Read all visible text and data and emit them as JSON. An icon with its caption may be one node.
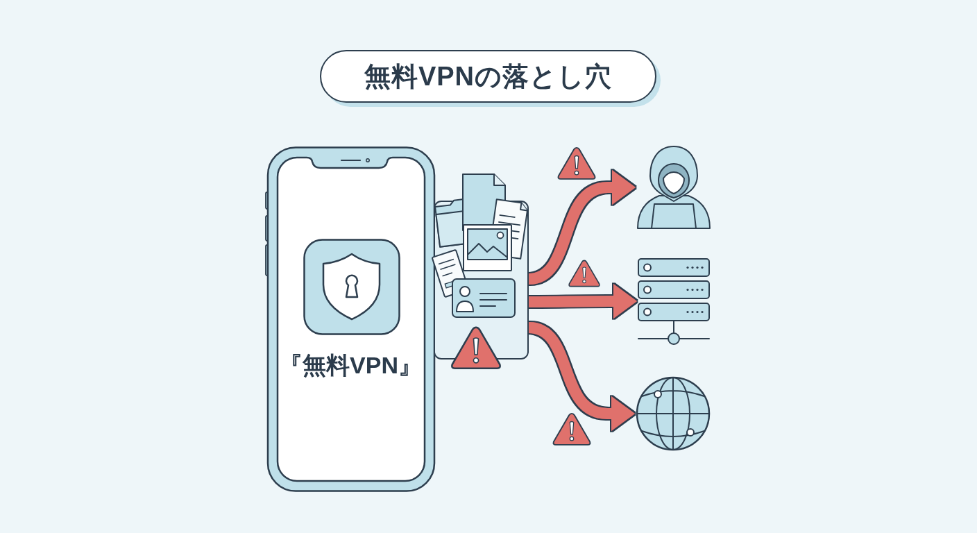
{
  "diagram": {
    "title": "無料VPNの落とし穴",
    "nodes": [
      {
        "text": [
          "『無料VPN』"
        ]
      },
      {
        "text": [],
        "shape": "picture"
      },
      {
        "text": [],
        "shape": "person"
      },
      {
        "text": [],
        "shape": "picture"
      },
      {
        "text": [],
        "shape": "picture"
      }
    ],
    "edges": [
      {
        "from": 1,
        "to": 2,
        "arrow": "to"
      },
      {
        "from": 1,
        "to": 3,
        "arrow": "to"
      },
      {
        "from": 1,
        "to": 4,
        "arrow": "to"
      }
    ]
  }
}
